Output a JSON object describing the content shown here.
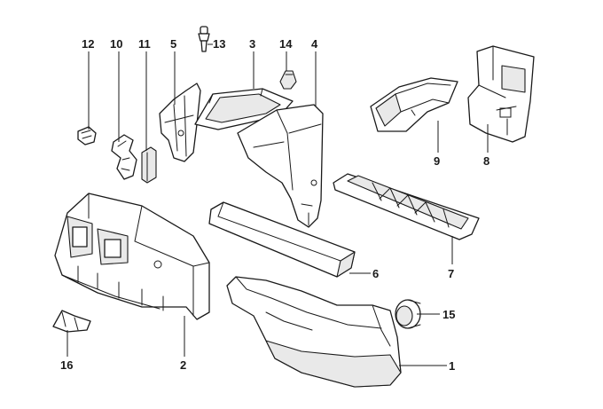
{
  "callouts": [
    {
      "id": "1",
      "label": "1"
    },
    {
      "id": "2",
      "label": "2"
    },
    {
      "id": "3",
      "label": "3"
    },
    {
      "id": "4",
      "label": "4"
    },
    {
      "id": "5",
      "label": "5"
    },
    {
      "id": "6",
      "label": "6"
    },
    {
      "id": "7",
      "label": "7"
    },
    {
      "id": "8",
      "label": "8"
    },
    {
      "id": "9",
      "label": "9"
    },
    {
      "id": "10",
      "label": "10"
    },
    {
      "id": "11",
      "label": "11"
    },
    {
      "id": "12",
      "label": "12"
    },
    {
      "id": "13",
      "label": "13"
    },
    {
      "id": "14",
      "label": "14"
    },
    {
      "id": "15",
      "label": "15"
    },
    {
      "id": "16",
      "label": "16"
    }
  ]
}
